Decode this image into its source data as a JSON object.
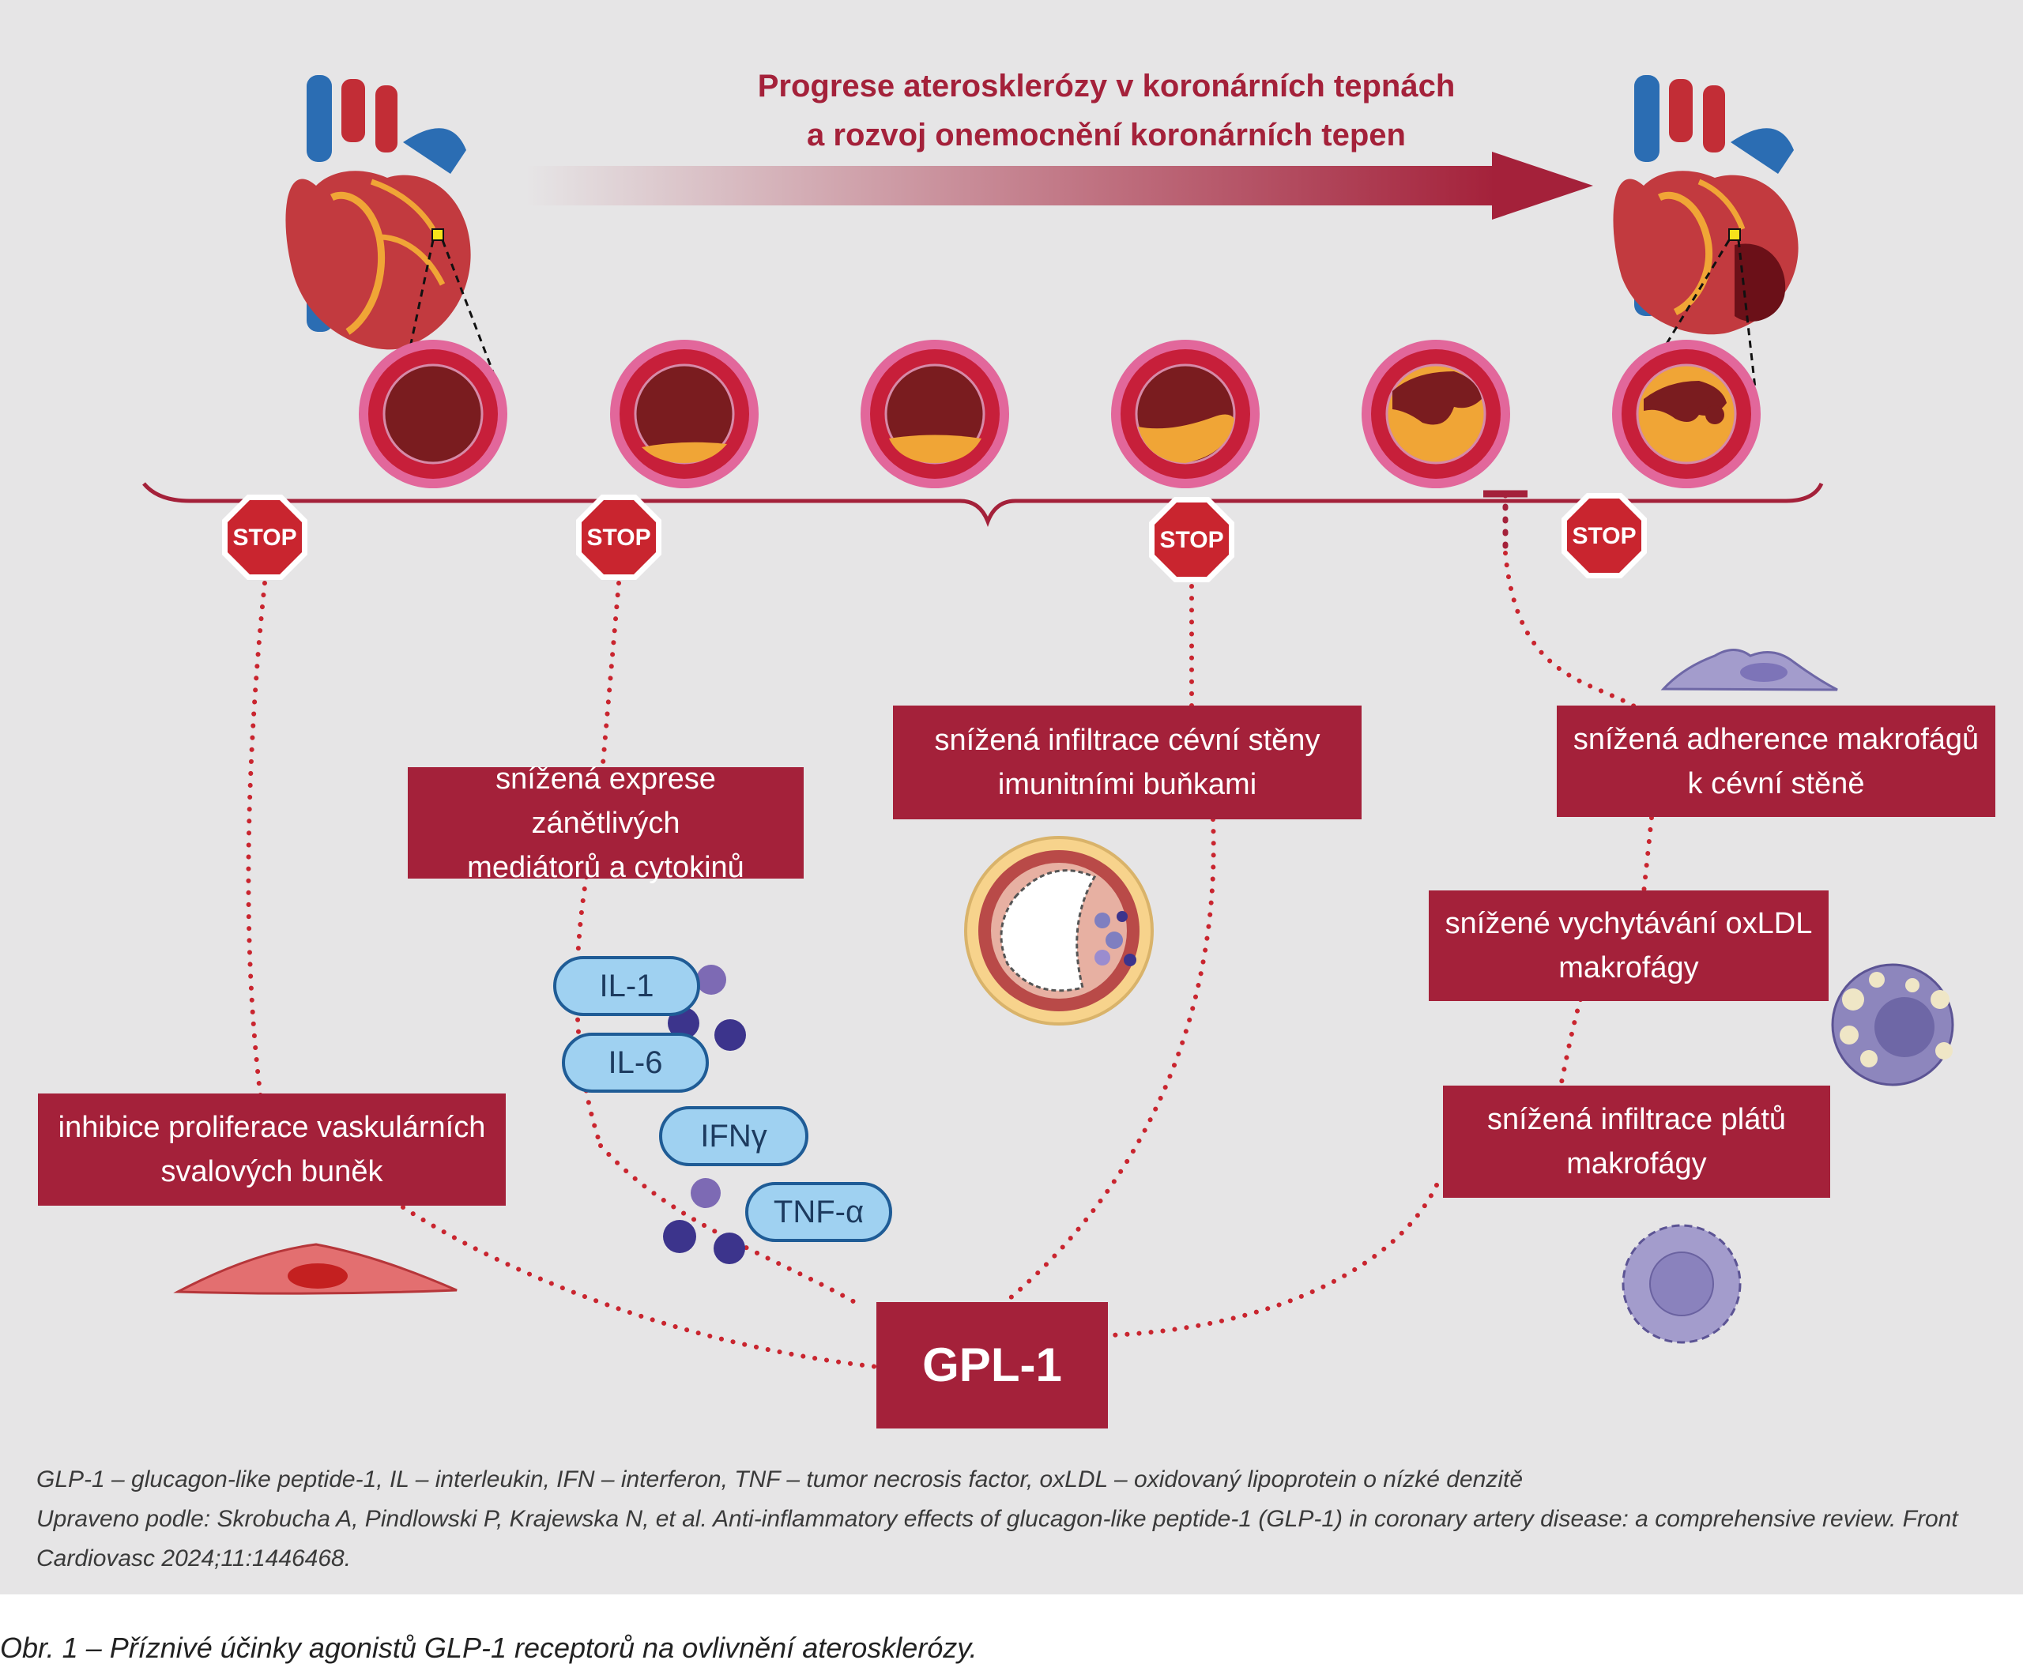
{
  "title": "Progrese aterosklerózy v koronárních tepnách\na rozvoj onemocnění koronárních tepen",
  "stop_label": "STOP",
  "boxes": {
    "proliferation": "inhibice proliferace vaskulárních\nsvalových buněk",
    "cytokines": "snížená exprese zánětlivých\nmediátorů a cytokinů",
    "infiltration_wall": "snížená infiltrace cévní stěny\nimunitními buňkami",
    "adherence": "snížená adherence makrofágů\nk cévní stěně",
    "oxldl": "snížené vychytávání oxLDL\nmakrofágy",
    "plaque_infiltration": "snížená infiltrace plátů\nmakrofágy",
    "center": "GPL-1"
  },
  "cytokines": [
    "IL-1",
    "IL-6",
    "IFNγ",
    "TNF-α"
  ],
  "footnote": {
    "abbreviations": "GLP-1 – glucagon-like peptide-1, IL – interleukin, IFN – interferon, TNF – tumor necrosis factor, oxLDL – oxidovaný lipoprotein o nízké denzitě",
    "source": "Upraveno podle: Skrobucha A, Pindlowski P, Krajewska N, et al. Anti-inflammatory effects of glucagon-like peptide-1 (GLP-1) in coronary artery disease: a comprehensive review. Front Cardiovasc 2024;11:1446468."
  },
  "caption": "Obr. 1 – Příznivé účinky agonistů GLP-1 receptorů na ovlivnění aterosklerózy.",
  "colors": {
    "accent": "#a4213a",
    "panel": "#e6e5e6",
    "plaque": "#f0a536",
    "lumen": "#7a1c1f",
    "vessel_wall": "#c71f3a",
    "vessel_outer": "#e2679b",
    "cytokine_fill": "#9fd1f1",
    "cytokine_border": "#1f5c96",
    "cell_purple": "#a39ccc"
  }
}
